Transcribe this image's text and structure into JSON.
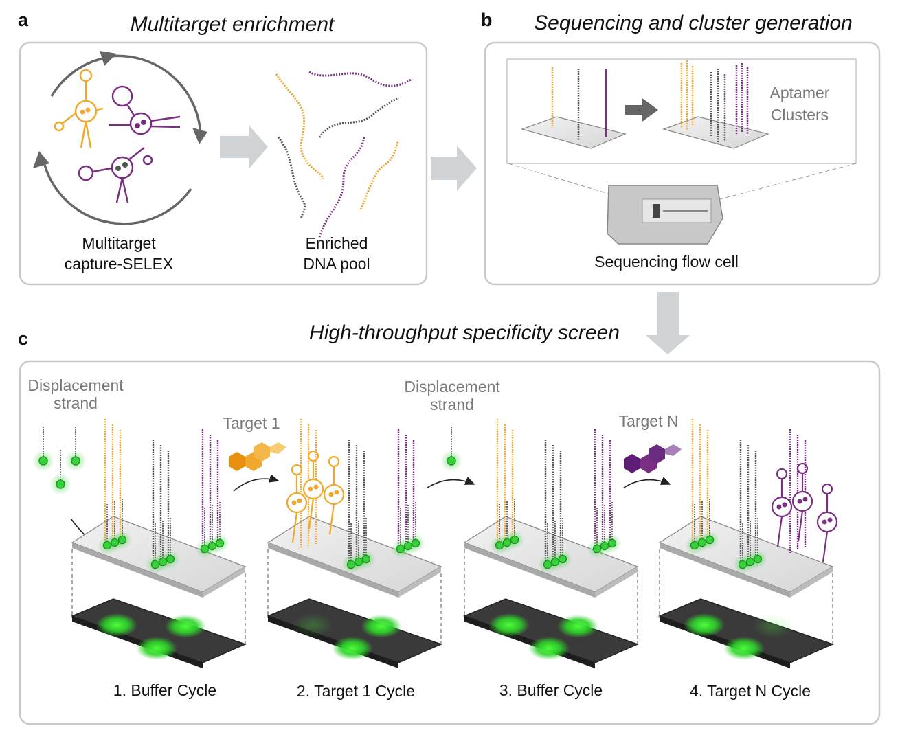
{
  "panels": {
    "a": {
      "letter": "a",
      "title": "Multitarget enrichment",
      "left_label": [
        "Multitarget",
        "capture-SELEX"
      ],
      "right_label": [
        "Enriched",
        "DNA pool"
      ]
    },
    "b": {
      "letter": "b",
      "title": "Sequencing and cluster generation",
      "inset_label": [
        "Aptamer",
        "Clusters"
      ],
      "device_label": "Sequencing flow cell"
    },
    "c": {
      "letter": "c",
      "title": "High-throughput specificity screen",
      "displacement_1": [
        "Displacement",
        "strand"
      ],
      "target_1": "Target 1",
      "displacement_2": [
        "Displacement",
        "strand"
      ],
      "target_n": "Target N",
      "cycles": [
        "1.  Buffer Cycle",
        "2. Target 1 Cycle",
        "3. Buffer Cycle",
        "4. Target N Cycle"
      ]
    }
  },
  "colors": {
    "orange": "#f0a92c",
    "purple": "#7b2f83",
    "gray": "#555555",
    "green": "#37d13a",
    "arrow": "#cfd3d6"
  }
}
